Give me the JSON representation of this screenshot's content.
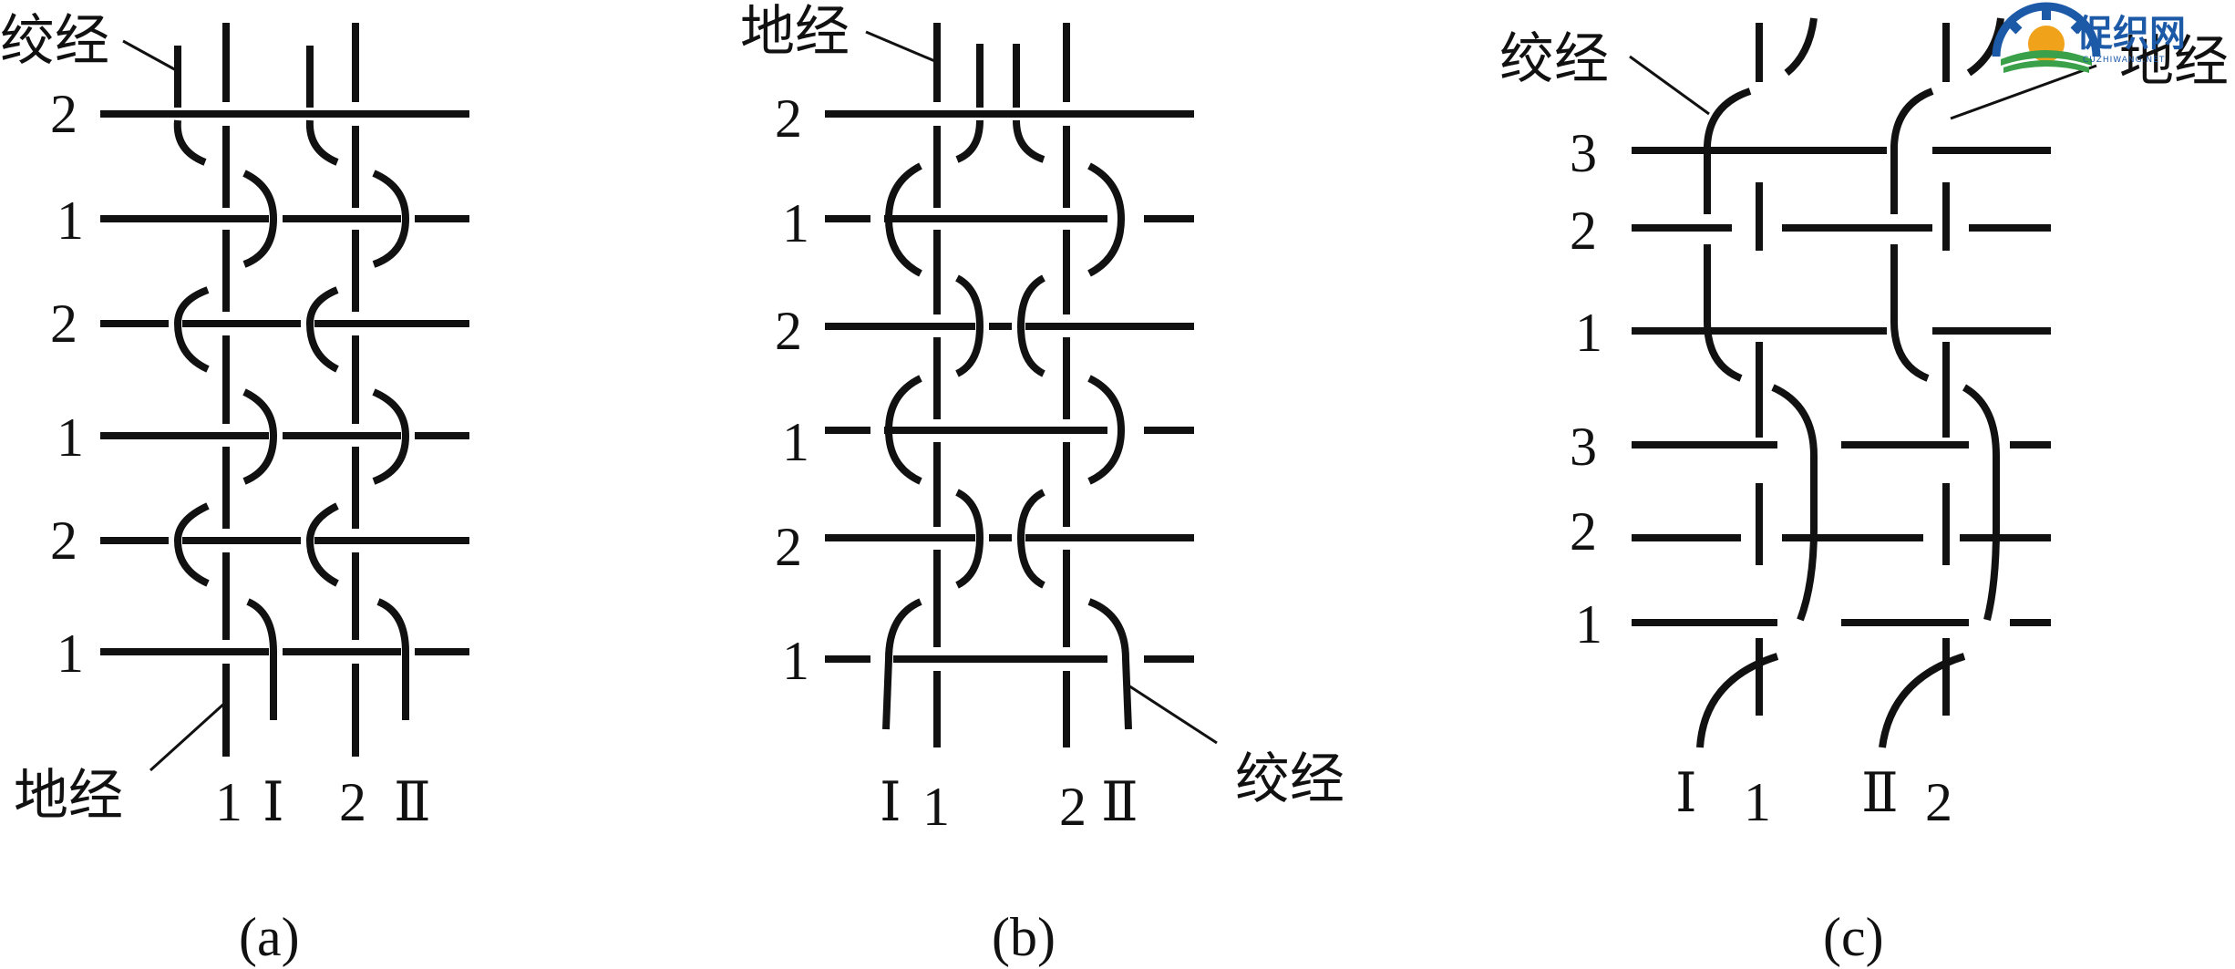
{
  "panels": [
    {
      "id": "a",
      "caption": "(a)",
      "weft_labels": [
        "2",
        "1",
        "2",
        "1",
        "2",
        "1"
      ],
      "warp_labels": [
        "1",
        "Ⅰ",
        "2",
        "Ⅱ"
      ],
      "callouts": [
        "绞经",
        "地经"
      ]
    },
    {
      "id": "b",
      "caption": "(b)",
      "weft_labels": [
        "2",
        "1",
        "2",
        "1",
        "2",
        "1"
      ],
      "warp_labels": [
        "Ⅰ",
        "1",
        "2",
        "Ⅱ"
      ],
      "callouts": [
        "地经",
        "绞经"
      ]
    },
    {
      "id": "c",
      "caption": "(c)",
      "weft_labels": [
        "3",
        "2",
        "1",
        "3",
        "2",
        "1"
      ],
      "warp_labels": [
        "Ⅰ",
        "1",
        "Ⅱ",
        "2"
      ],
      "callouts": [
        "绞经",
        "地经"
      ]
    }
  ],
  "logo": {
    "text": "促织网",
    "subtext": "CUZHIWANG.NET",
    "colors": {
      "blue": "#1c5aa8",
      "gold": "#f0a21b",
      "green": "#3aa04a"
    }
  }
}
